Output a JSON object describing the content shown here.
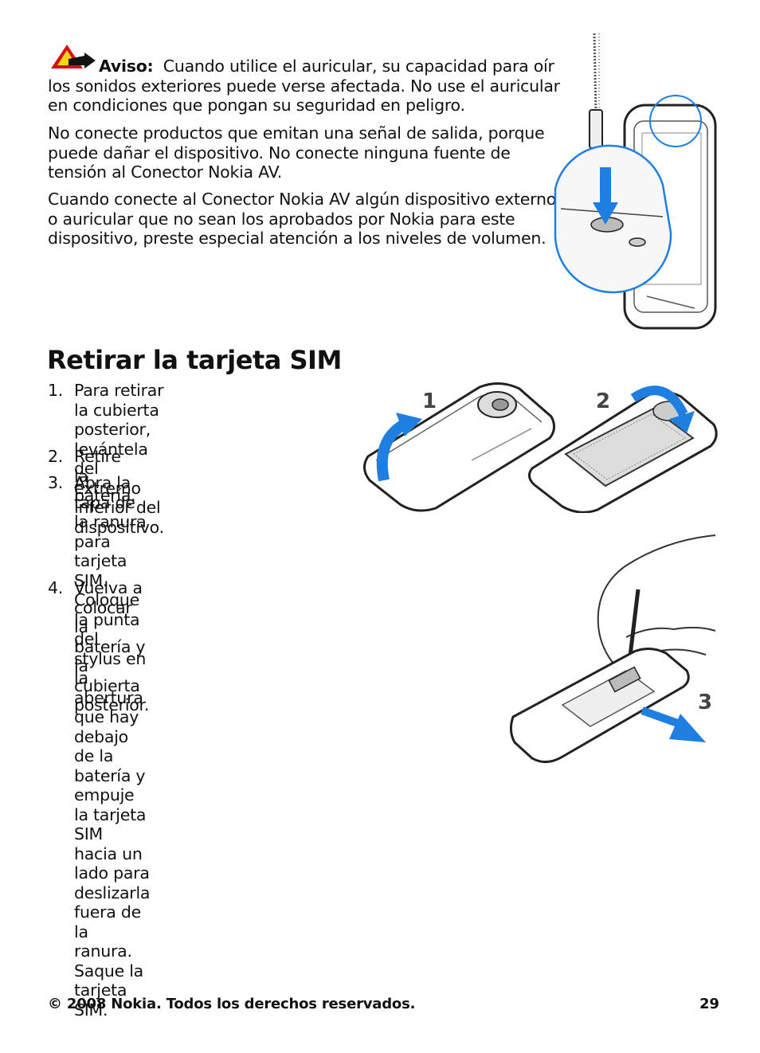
{
  "warning": {
    "label": "Aviso:",
    "line1": "Cuando utilice el auricular, su capacidad para oír",
    "line2": "los sonidos exteriores puede verse afectada. No use el auricular",
    "line3": "en condiciones que pongan su seguridad en peligro."
  },
  "para2": {
    "line1": "No conecte productos que emitan una señal de salida, porque",
    "line2": "puede dañar el dispositivo. No conecte ninguna fuente de",
    "line3": "tensión al Conector Nokia AV."
  },
  "para3": {
    "line1": "Cuando conecte al Conector Nokia AV algún dispositivo externo",
    "line2": "o auricular que no sean los aprobados por Nokia para este",
    "line3": "dispositivo, preste especial atención a los niveles de volumen."
  },
  "section": {
    "title": "Retirar la tarjeta SIM"
  },
  "steps": [
    {
      "num": "1.",
      "lines": [
        "Para retirar la cubierta posterior,",
        "levántela del extremo inferior del",
        "dispositivo."
      ]
    },
    {
      "num": "2.",
      "lines": [
        "Retire la batería."
      ]
    },
    {
      "num": "3.",
      "lines": [
        "Abra la tapa de la ranura para tarjeta",
        "SIM. Coloque la punta del stylus en la",
        "abertura que hay debajo de la",
        "batería y empuje la tarjeta SIM hacia un lado para",
        "deslizarla fuera de la ranura. Saque la tarjeta SIM."
      ]
    },
    {
      "num": "4.",
      "lines": [
        "Vuelva a colocar la batería y la cubierta posterior."
      ]
    }
  ],
  "figure_labels": {
    "step1": "1",
    "step2": "2",
    "step3": "3"
  },
  "footer": {
    "copyright": "© 2008 Nokia. Todos los derechos reservados.",
    "page_number": "29"
  },
  "colors": {
    "accent_blue": "#1e7fe0",
    "warning_red": "#d8101a",
    "warning_yellow": "#f6d417"
  }
}
